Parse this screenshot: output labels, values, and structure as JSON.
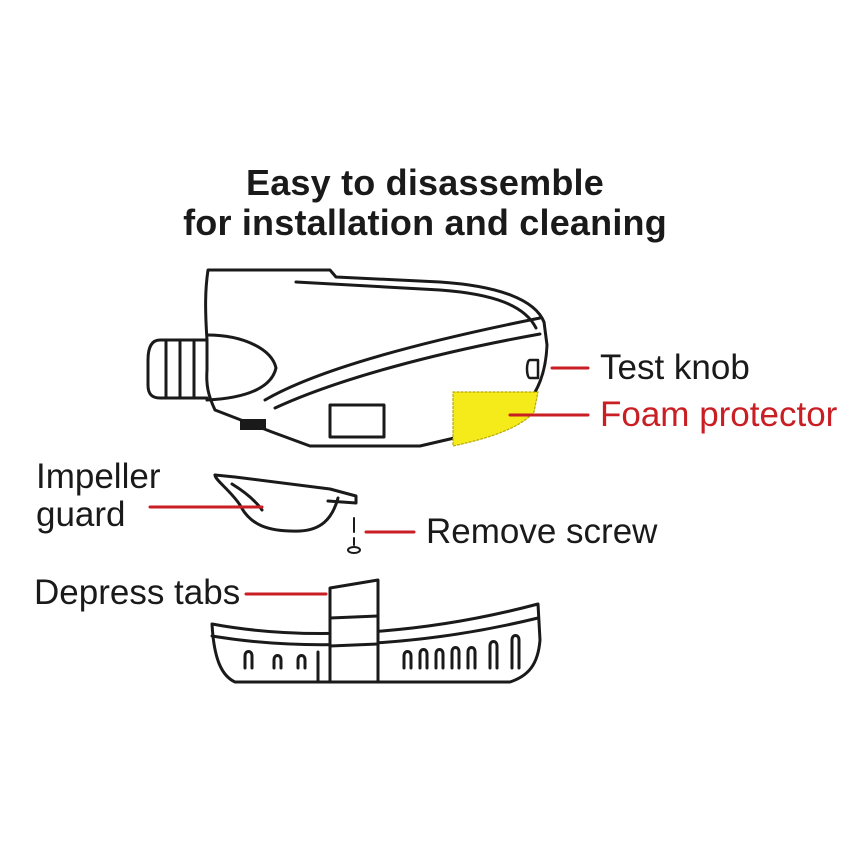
{
  "title": {
    "line1": "Easy to disassemble",
    "line2": "for installation and cleaning"
  },
  "labels": {
    "test_knob": "Test knob",
    "foam_protector": "Foam protector",
    "impeller_guard_line1": "Impeller",
    "impeller_guard_line2": "guard",
    "remove_screw": "Remove screw",
    "depress_tabs": "Depress tabs"
  },
  "colors": {
    "leader_line": "#c81e24",
    "foam_protector_text": "#c81e24",
    "foam_fill": "#f5ea1a",
    "outline": "#1a1a1a",
    "background": "#ffffff"
  }
}
